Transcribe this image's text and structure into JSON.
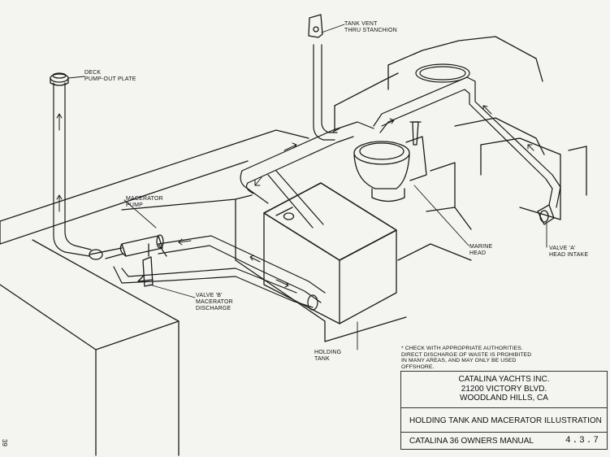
{
  "labels": {
    "tank_vent": [
      "TANK VENT",
      "THRU STANCHION"
    ],
    "deck_plate": [
      "DECK",
      "PUMP-OUT PLATE"
    ],
    "macerator_pump": [
      "MACERATOR",
      "PUMP"
    ],
    "valve_b": [
      "VALVE 'B'",
      "MACERATOR",
      "DISCHARGE"
    ],
    "marine_head": [
      "MARINE",
      "HEAD"
    ],
    "valve_a": [
      "VALVE 'A'",
      "HEAD INTAKE"
    ],
    "holding_tank": [
      "HOLDING",
      "TANK"
    ]
  },
  "note": [
    "* CHECK WITH APPROPRIATE AUTHORITIES.",
    "DIRECT DISCHARGE OF WASTE IS PROHIBITED",
    "IN MANY AREAS, AND MAY ONLY BE USED",
    "OFFSHORE."
  ],
  "title_block": {
    "company": [
      "CATALINA YACHTS INC.",
      "21200 VICTORY BLVD.",
      "WOODLAND HILLS, CA"
    ],
    "title": "HOLDING TANK AND MACERATOR ILLUSTRATION",
    "manual": "CATALINA 36   OWNERS MANUAL",
    "figure_number": "4.3.7"
  },
  "page_number": "39"
}
